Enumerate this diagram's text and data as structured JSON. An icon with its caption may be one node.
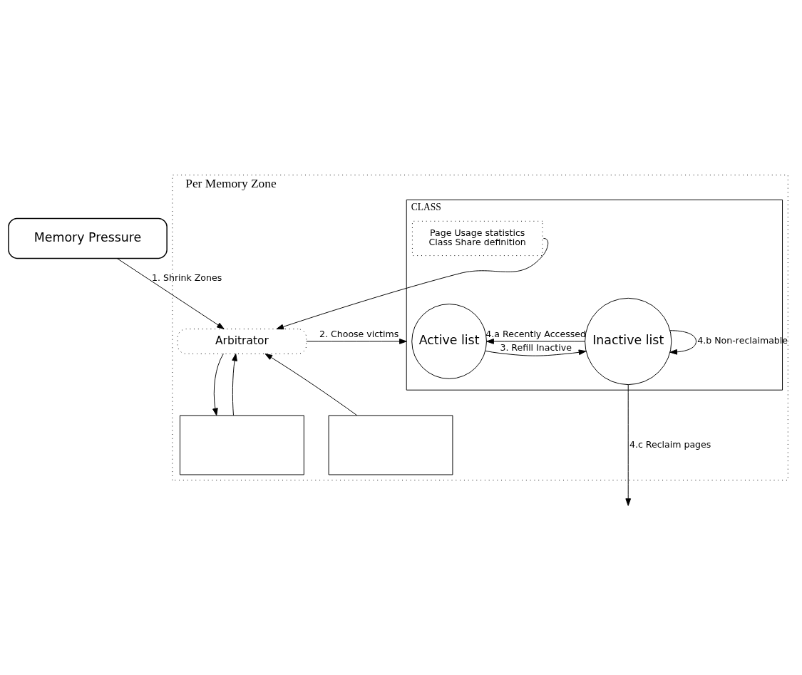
{
  "diagram": {
    "nodes": [
      {
        "text": [
          "Memory Pressure"
        ]
      },
      {
        "text": [
          "Per Memory Zone"
        ]
      },
      {
        "text": [
          "Arbitrator"
        ],
        "in": 1
      },
      {
        "text": [],
        "shape": "box",
        "in": 1
      },
      {
        "text": [],
        "shape": "box",
        "in": 1
      },
      {
        "text": [
          "CLASS"
        ],
        "in": 1
      },
      {
        "text": [
          "Page Usage statistics",
          "Class Share definition"
        ],
        "in": 5
      },
      {
        "text": [
          "Active list"
        ],
        "in": 5
      },
      {
        "text": [
          "Inactive list"
        ],
        "in": 5
      }
    ],
    "edges": [
      {
        "from": 0,
        "to": 2,
        "arrow": "to",
        "label": "1. Shrink Zones"
      },
      {
        "from": 2,
        "to": 5,
        "arrow": "to",
        "label": "2. Choose victims"
      },
      {
        "from": 2,
        "to": 3,
        "arrow": "to"
      },
      {
        "from": 3,
        "to": 2,
        "arrow": "to"
      },
      {
        "from": 4,
        "to": 2,
        "arrow": "to"
      },
      {
        "from": 6,
        "to": 2,
        "arrow": "to"
      },
      {
        "from": 7,
        "to": 8,
        "arrow": "to",
        "label": "3. Refill Inactive"
      },
      {
        "from": 8,
        "to": 7,
        "arrow": "to",
        "label": "4.a Recently Accessed"
      },
      {
        "from": 8,
        "to": 8,
        "arrow": "to",
        "label": "4.b Non-reclaimable"
      },
      {
        "from": 8,
        "to": null,
        "arrow": "to",
        "label": "4.c Reclaim pages"
      }
    ]
  }
}
